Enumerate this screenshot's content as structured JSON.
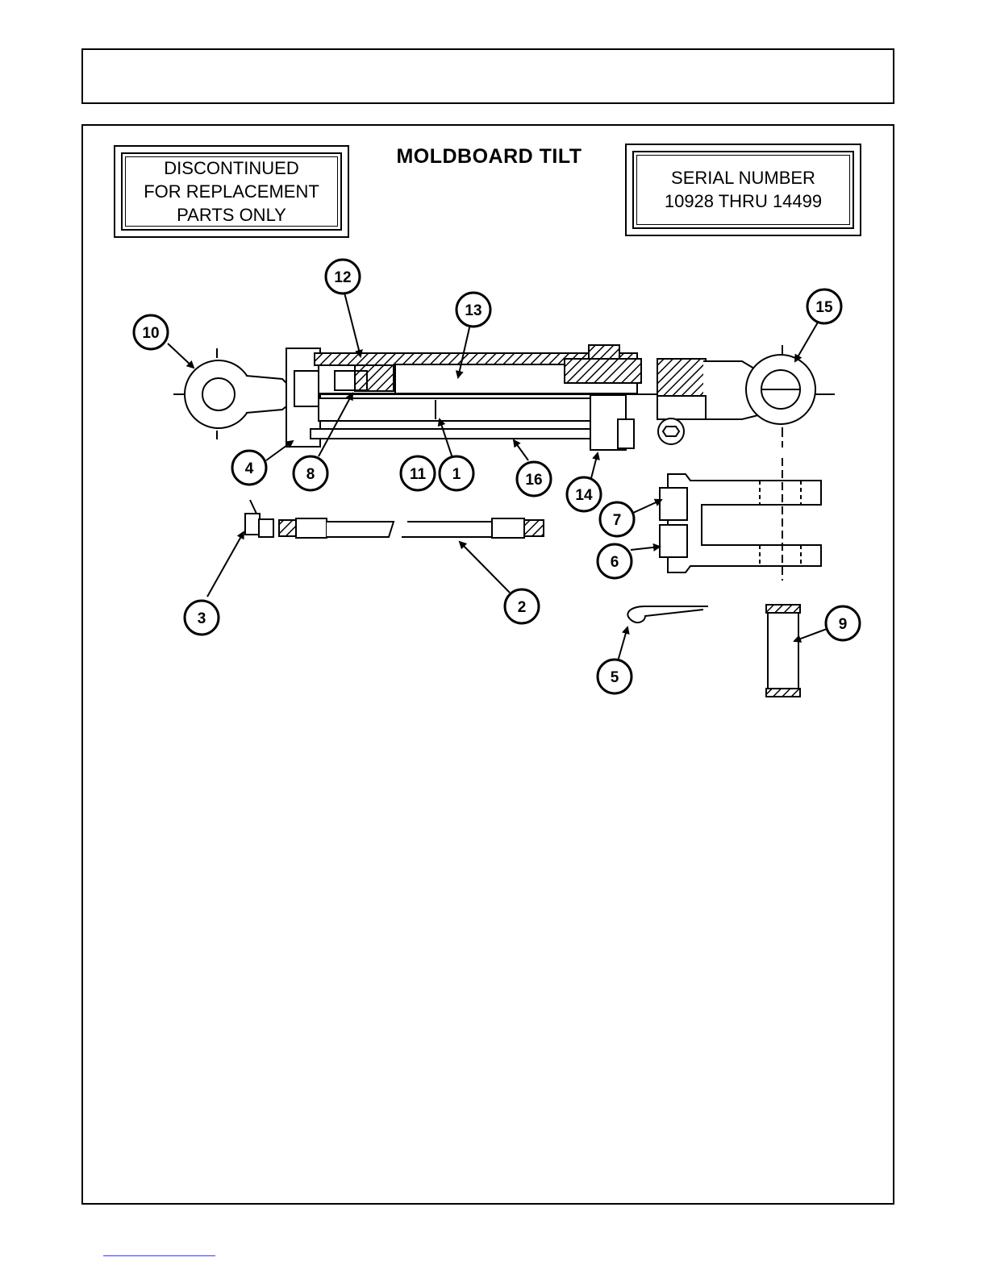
{
  "title": "MOLDBOARD  TILT",
  "notice": {
    "line1": "DISCONTINUED",
    "line2": "FOR REPLACEMENT",
    "line3": "PARTS ONLY"
  },
  "serial": {
    "line1": "SERIAL NUMBER",
    "line2": "10928 THRU 14499"
  },
  "callouts": [
    "1",
    "2",
    "3",
    "4",
    "5",
    "6",
    "7",
    "8",
    "9",
    "10",
    "11",
    "12",
    "13",
    "14",
    "15",
    "16"
  ]
}
